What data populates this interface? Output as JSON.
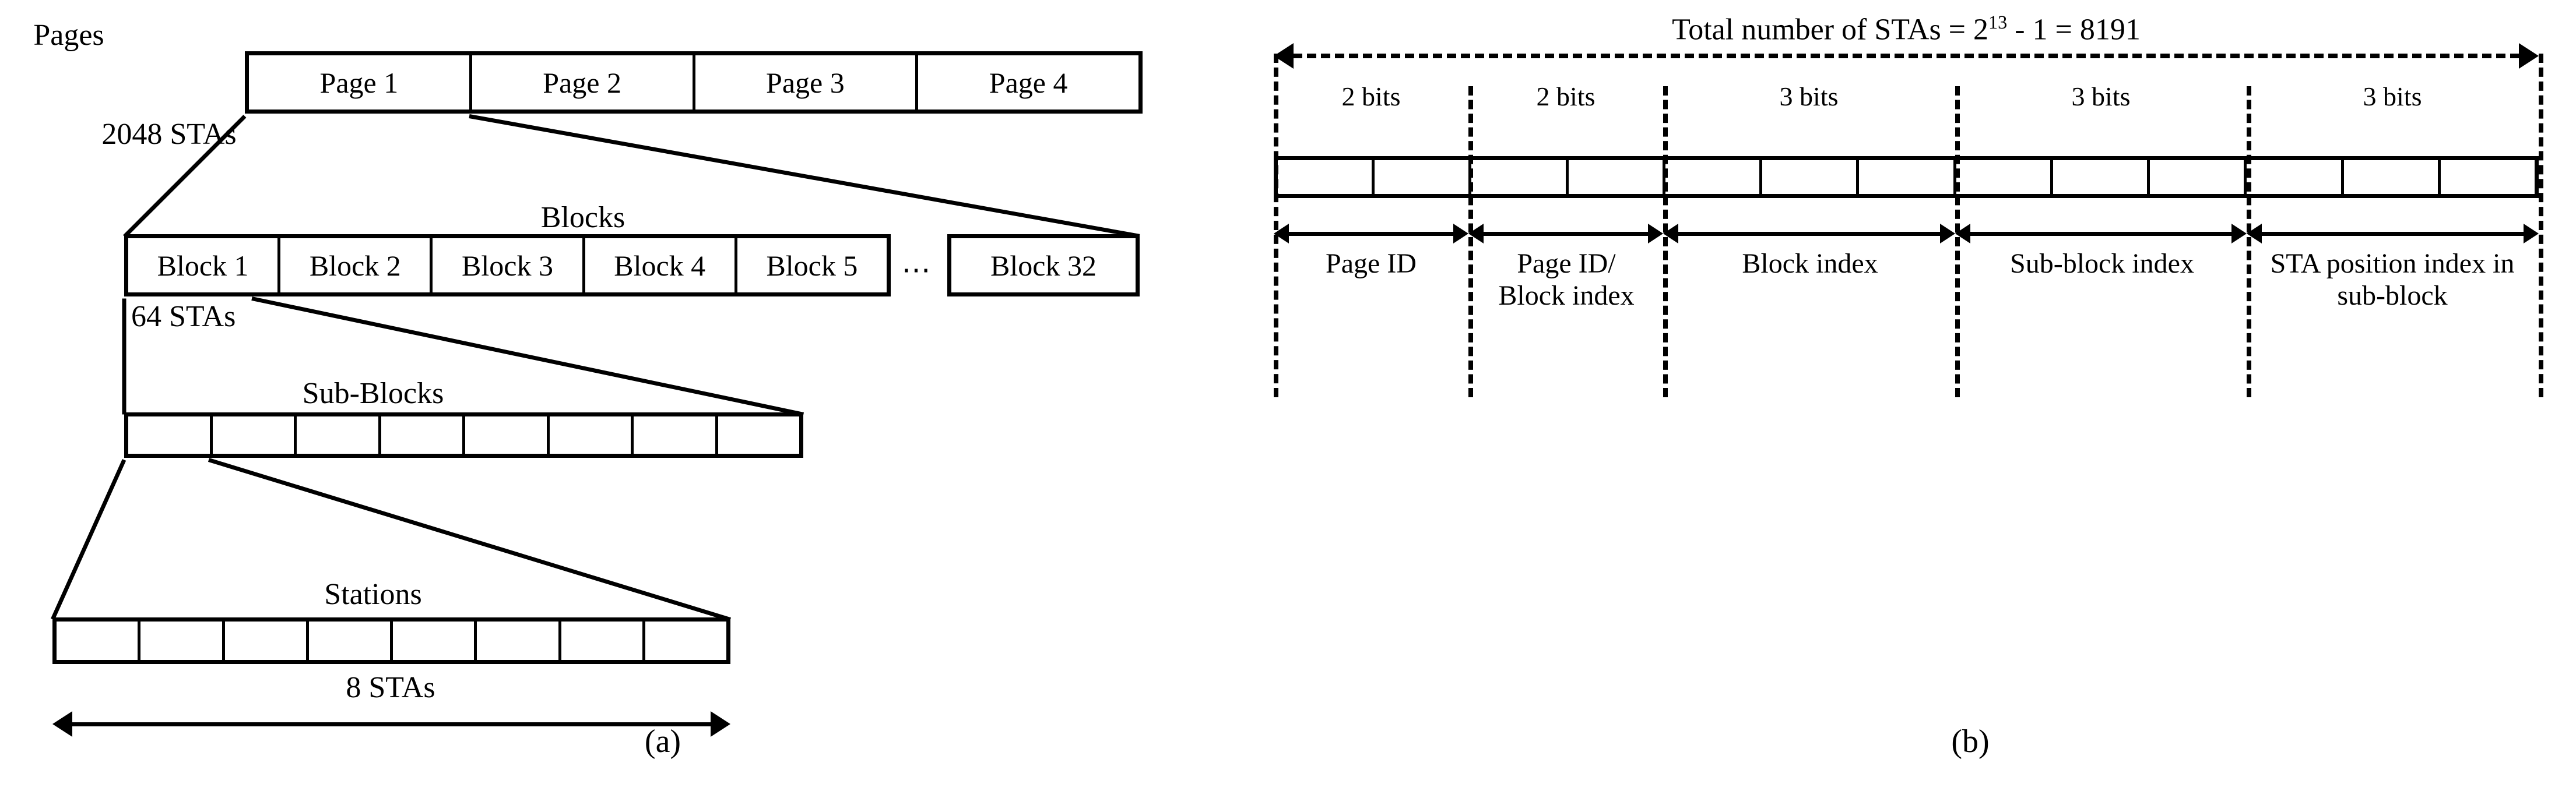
{
  "panel_a": {
    "caption": "(a)",
    "rows": [
      {
        "name": "pages",
        "row_label": "Pages",
        "cells": [
          "Page 1",
          "Page 2",
          "Page 3",
          "Page 4"
        ],
        "capacity_label": "2048 STAs"
      },
      {
        "name": "blocks",
        "row_label": "Blocks",
        "cells": [
          "Block 1",
          "Block 2",
          "Block 3",
          "Block 4",
          "Block 5"
        ],
        "ellipsis": "⋯",
        "tail_cell": "Block 32",
        "capacity_label": "64 STAs"
      },
      {
        "name": "sub-blocks",
        "row_label": "Sub-Blocks",
        "cell_count": 8,
        "cells": [
          "",
          "",
          "",
          "",
          "",
          "",
          "",
          ""
        ],
        "capacity_label": ""
      },
      {
        "name": "stations",
        "row_label": "Stations",
        "cell_count": 8,
        "cells": [
          "",
          "",
          "",
          "",
          "",
          "",
          "",
          ""
        ],
        "capacity_label": "8 STAs"
      }
    ]
  },
  "panel_b": {
    "caption": "(b)",
    "title_prefix": "Total number of STAs = 2",
    "title_exponent": "13",
    "title_suffix": " - 1 = 8191",
    "total_bits": 13,
    "fields": [
      {
        "bits_label": "2 bits",
        "bits": 2,
        "name": "Page ID"
      },
      {
        "bits_label": "2 bits",
        "bits": 2,
        "name": "Page ID/ Block index"
      },
      {
        "bits_label": "3 bits",
        "bits": 3,
        "name": "Block index"
      },
      {
        "bits_label": "3 bits",
        "bits": 3,
        "name": "Sub-block index"
      },
      {
        "bits_label": "3 bits",
        "bits": 3,
        "name": "STA position index in sub-block"
      }
    ]
  },
  "colors": {
    "ink": "#000000",
    "paper": "#ffffff"
  }
}
